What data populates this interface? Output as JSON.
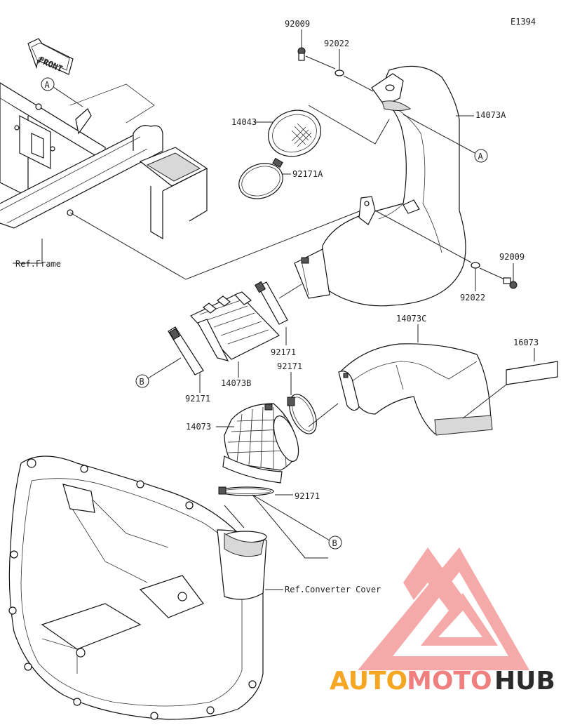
{
  "diagram": {
    "code": "E1394",
    "direction_label": "FRONT",
    "refs": {
      "frame": "Ref.Frame",
      "converter_cover": "Ref.Converter Cover"
    },
    "callout_a": "A",
    "callout_b": "B",
    "parts": {
      "bolt_top": "92009",
      "washer_top": "92022",
      "duct_main": "14073A",
      "screen": "14043",
      "clamp_a": "92171A",
      "bolt_right": "92009",
      "washer_right": "92022",
      "clamp_1": "92171",
      "clamp_2": "92171",
      "clamp_3": "92171",
      "clamp_4": "92171",
      "boot": "14073B",
      "duct_c": "14073C",
      "label_sticker": "16073",
      "duct_lower": "14073"
    }
  },
  "watermark": {
    "text_auto": "AUTO",
    "text_moto": "MOTO",
    "text_hub": "HUB",
    "colors": {
      "auto": "#F5A623",
      "moto": "#F08080",
      "hub": "#2B2B2B",
      "logo": "#F28C8C"
    }
  }
}
